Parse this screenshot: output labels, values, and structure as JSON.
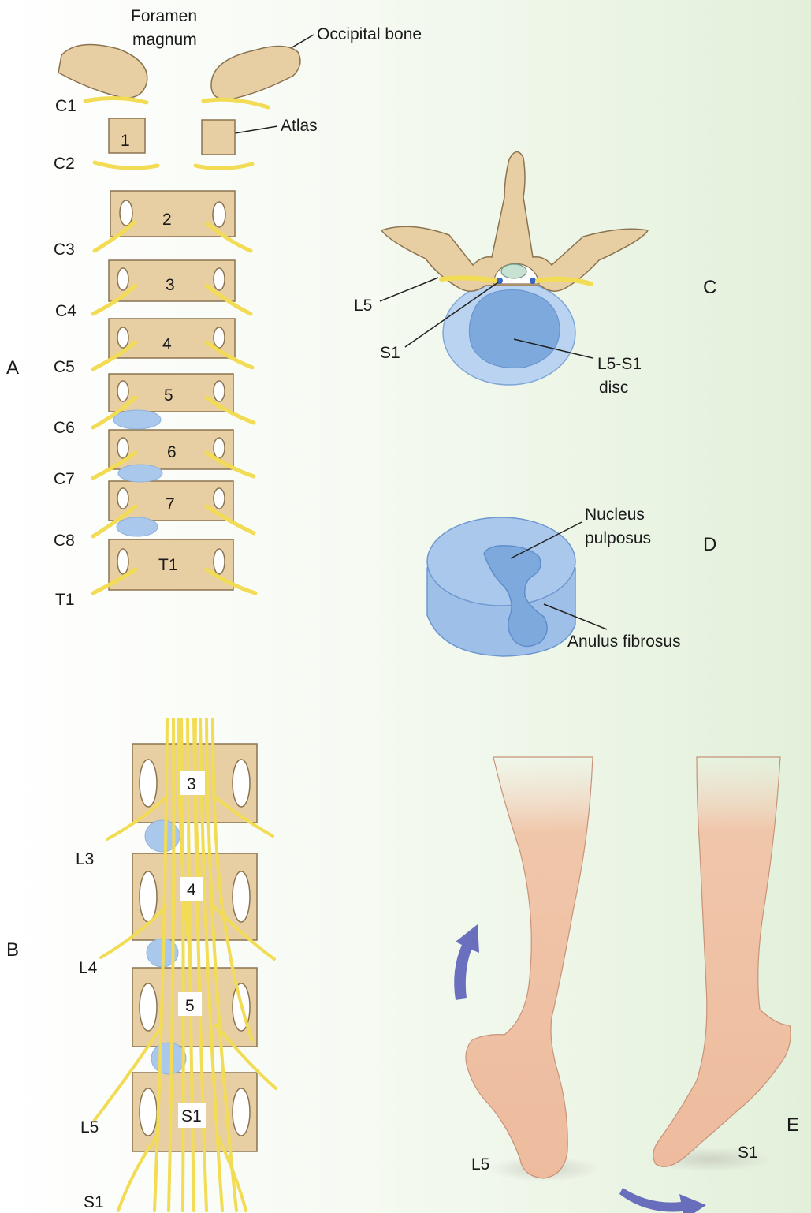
{
  "colors": {
    "background_gradient": [
      "#ffffff",
      "#e4f1dc"
    ],
    "bone": "#e7cfa3",
    "bone_stroke": "#8a7350",
    "nerve": "#f2dc55",
    "disc": "#a9c8ec",
    "disc_dark": "#7ea9dc",
    "skin": "#f2c8ad",
    "arrow": "#5b5fb8"
  },
  "panel_a": {
    "panel_letter": "A",
    "foramen_line1": "Foramen",
    "foramen_line2": "magnum",
    "occipital_label": "Occipital bone",
    "atlas_label": "Atlas",
    "nerve_labels": [
      "C1",
      "C2",
      "C3",
      "C4",
      "C5",
      "C6",
      "C7",
      "C8",
      "T1"
    ],
    "vertebra_numbers": [
      "1",
      "2",
      "3",
      "4",
      "5",
      "6",
      "7",
      "T1"
    ]
  },
  "panel_b": {
    "panel_letter": "B",
    "vertebra_numbers": [
      "3",
      "4",
      "5",
      "S1"
    ],
    "nerve_labels": [
      "L3",
      "L4",
      "L5",
      "S1"
    ]
  },
  "panel_c": {
    "panel_letter": "C",
    "l5_label": "L5",
    "s1_label": "S1",
    "disc_line1": "L5-S1",
    "disc_line2": "disc"
  },
  "panel_d": {
    "panel_letter": "D",
    "nucleus_line1": "Nucleus",
    "nucleus_line2": "pulposus",
    "anulus_label": "Anulus fibrosus"
  },
  "panel_e": {
    "panel_letter": "E",
    "left_foot_label": "L5",
    "right_foot_label": "S1"
  }
}
